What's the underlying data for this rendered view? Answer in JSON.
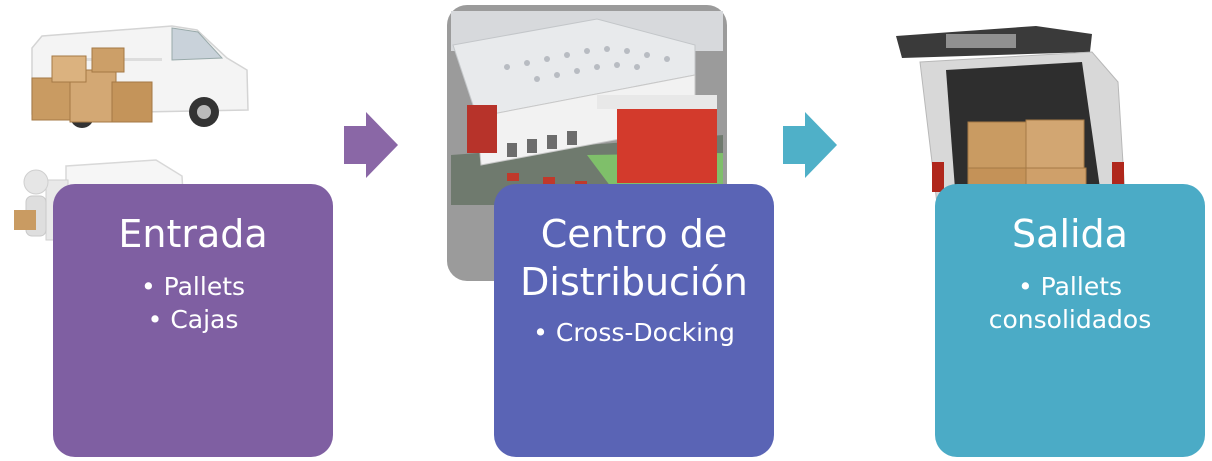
{
  "colors": {
    "entrada": "#7F5FA2",
    "centro": "#5A64B5",
    "salida": "#4BABC6",
    "arrow_purple": "#8A67A6",
    "arrow_teal": "#4FB0C8",
    "photo_frame": "#9B9B9B"
  },
  "icons": {
    "arrow_1": "right-arrow-icon",
    "arrow_2": "right-arrow-icon"
  },
  "steps": [
    {
      "title_lines": [
        "Entrada"
      ],
      "bullets": [
        "Pallets",
        "Cajas"
      ]
    },
    {
      "title_lines": [
        "Centro de",
        "Distribución"
      ],
      "bullets": [
        "Cross-Docking"
      ]
    },
    {
      "title_lines": [
        "Salida"
      ],
      "bullets": [
        "Pallets consolidados"
      ]
    }
  ]
}
